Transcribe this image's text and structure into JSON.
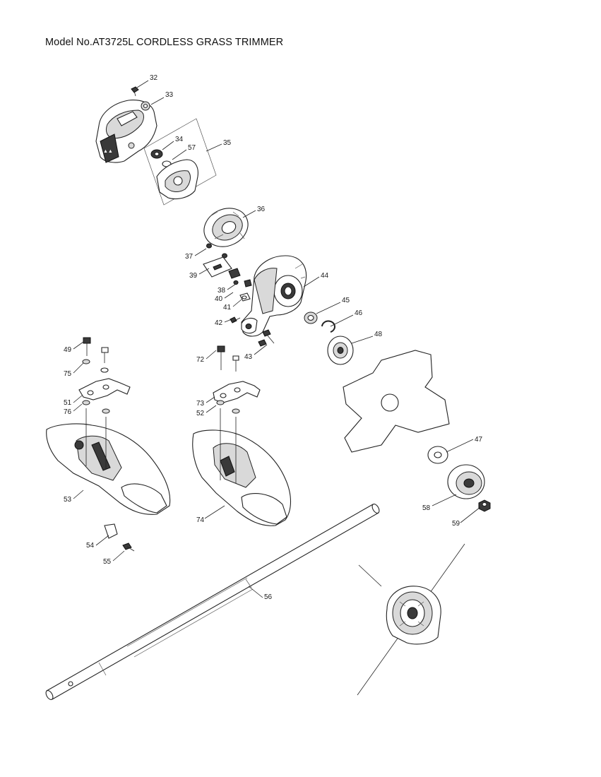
{
  "title": "Model No.AT3725L CORDLESS GRASS TRIMMER",
  "callouts": {
    "c32": "32",
    "c33": "33",
    "c34": "34",
    "c57": "57",
    "c35": "35",
    "c36": "36",
    "c37": "37",
    "c39": "39",
    "c38": "38",
    "c40": "40",
    "c41": "41",
    "c42": "42",
    "c43": "43",
    "c44": "44",
    "c45": "45",
    "c46": "46",
    "c48": "48",
    "c49": "49",
    "c75": "75",
    "c51": "51",
    "c76": "76",
    "c72": "72",
    "c73": "73",
    "c52": "52",
    "c53": "53",
    "c74": "74",
    "c47": "47",
    "c58": "58",
    "c59": "59",
    "c54": "54",
    "c55": "55",
    "c56": "56"
  }
}
